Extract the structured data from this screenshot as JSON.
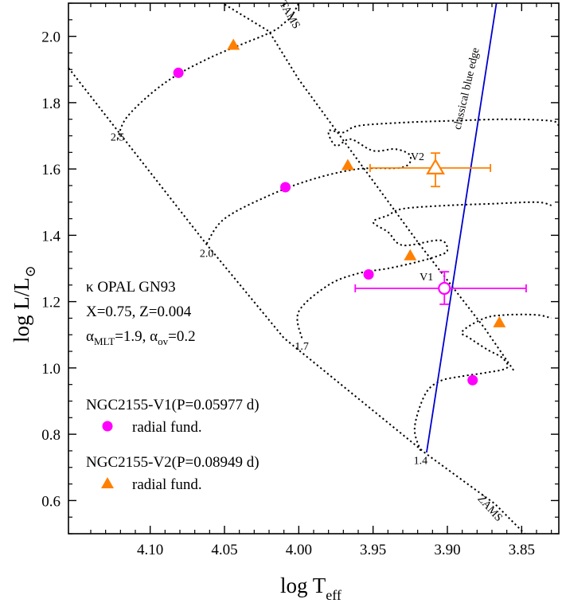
{
  "chart_data": {
    "type": "scatter",
    "xlabel_main": "log T",
    "xlabel_sub": "eff",
    "ylabel_main": "log L/L",
    "ylabel_sub": "⊙",
    "xlim": [
      4.155,
      3.825
    ],
    "ylim": [
      0.5,
      2.1
    ],
    "x_ticks": [
      {
        "value": 4.1,
        "label": "4.10"
      },
      {
        "value": 4.05,
        "label": "4.05"
      },
      {
        "value": 4.0,
        "label": "4.00"
      },
      {
        "value": 3.95,
        "label": "3.95"
      },
      {
        "value": 3.9,
        "label": "3.90"
      },
      {
        "value": 3.85,
        "label": "3.85"
      }
    ],
    "y_ticks": [
      {
        "value": 0.6,
        "label": "0.6"
      },
      {
        "value": 0.8,
        "label": "0.8"
      },
      {
        "value": 1.0,
        "label": "1.0"
      },
      {
        "value": 1.2,
        "label": "1.2"
      },
      {
        "value": 1.4,
        "label": "1.4"
      },
      {
        "value": 1.6,
        "label": "1.6"
      },
      {
        "value": 1.8,
        "label": "1.8"
      },
      {
        "value": 2.0,
        "label": "2.0"
      }
    ],
    "model_info": {
      "line1": "κ OPAL GN93",
      "line2": "X=0.75, Z=0.004",
      "line3_alpha": "α",
      "line3_mlt_sub": "MLT",
      "line3_mid": "=1.9, α",
      "line3_ov_sub": "ov",
      "line3_end": "=0.2"
    },
    "legend": [
      {
        "title": "NGC2155-V1(P=0.05977 d)",
        "label": "radial fund.",
        "marker": "circle",
        "color": "#ff00ff"
      },
      {
        "title": "NGC2155-V2(P=0.08949 d)",
        "label": "radial fund.",
        "marker": "triangle",
        "color": "#ff8000"
      }
    ],
    "mass_labels": [
      {
        "text": "2.5",
        "x": 4.122,
        "y": 1.685
      },
      {
        "text": "2.0",
        "x": 4.062,
        "y": 1.335
      },
      {
        "text": "1.7",
        "x": 3.998,
        "y": 1.055
      },
      {
        "text": "1.4",
        "x": 3.918,
        "y": 0.71
      }
    ],
    "line_labels": [
      {
        "text": "TAMS",
        "x": 4.008,
        "y": 2.06,
        "angle": 60
      },
      {
        "text": "ZAMS",
        "x": 3.873,
        "y": 0.57,
        "angle": 48
      },
      {
        "text": "classical blue edge",
        "x": 3.885,
        "y": 1.84,
        "angle": -77
      }
    ],
    "zams": [
      [
        4.155,
        1.905
      ],
      [
        4.0625,
        1.375
      ],
      [
        4.01,
        1.09
      ],
      [
        3.914,
        0.74
      ],
      [
        3.868,
        0.59
      ],
      [
        3.848,
        0.5
      ]
    ],
    "tams": [
      [
        4.055,
        2.11
      ],
      [
        4.02,
        2.015
      ],
      [
        4.0,
        1.87
      ],
      [
        3.96,
        1.625
      ],
      [
        3.92,
        1.38
      ],
      [
        3.875,
        1.12
      ],
      [
        3.855,
        0.99
      ]
    ],
    "blue_edge": [
      [
        3.914,
        0.745
      ],
      [
        3.867,
        2.1
      ]
    ],
    "tracks": [
      [
        [
          4.122,
          1.69
        ],
        [
          4.115,
          1.76
        ],
        [
          4.09,
          1.86
        ],
        [
          4.06,
          1.935
        ],
        [
          4.02,
          2.01
        ],
        [
          4.01,
          2.04
        ],
        [
          4.005,
          2.06
        ],
        [
          4.0,
          2.1
        ]
      ],
      [
        [
          4.062,
          1.375
        ],
        [
          4.05,
          1.45
        ],
        [
          4.02,
          1.52
        ],
        [
          3.99,
          1.57
        ],
        [
          3.96,
          1.6
        ],
        [
          3.93,
          1.605
        ],
        [
          3.925,
          1.64
        ],
        [
          3.935,
          1.66
        ],
        [
          3.95,
          1.655
        ],
        [
          3.965,
          1.69
        ],
        [
          3.975,
          1.67
        ],
        [
          3.98,
          1.715
        ],
        [
          3.97,
          1.71
        ],
        [
          3.96,
          1.73
        ],
        [
          3.93,
          1.74
        ],
        [
          3.9,
          1.745
        ],
        [
          3.86,
          1.75
        ],
        [
          3.83,
          1.745
        ],
        [
          3.825,
          1.73
        ]
      ],
      [
        [
          3.998,
          1.09
        ],
        [
          4.0,
          1.17
        ],
        [
          3.98,
          1.25
        ],
        [
          3.96,
          1.285
        ],
        [
          3.94,
          1.3
        ],
        [
          3.92,
          1.32
        ],
        [
          3.905,
          1.34
        ],
        [
          3.9,
          1.355
        ],
        [
          3.905,
          1.385
        ],
        [
          3.93,
          1.37
        ],
        [
          3.94,
          1.41
        ],
        [
          3.95,
          1.44
        ],
        [
          3.94,
          1.46
        ],
        [
          3.93,
          1.48
        ],
        [
          3.9,
          1.49
        ],
        [
          3.87,
          1.495
        ],
        [
          3.84,
          1.5
        ],
        [
          3.83,
          1.49
        ]
      ],
      [
        [
          3.918,
          0.75
        ],
        [
          3.922,
          0.82
        ],
        [
          3.915,
          0.92
        ],
        [
          3.905,
          0.96
        ],
        [
          3.89,
          0.975
        ],
        [
          3.875,
          0.985
        ],
        [
          3.86,
          1.0
        ],
        [
          3.863,
          1.03
        ],
        [
          3.873,
          1.055
        ],
        [
          3.885,
          1.09
        ],
        [
          3.89,
          1.11
        ],
        [
          3.875,
          1.15
        ],
        [
          3.86,
          1.16
        ],
        [
          3.84,
          1.16
        ],
        [
          3.83,
          1.15
        ]
      ]
    ],
    "series": [
      {
        "name": "NGC2155-V1(P=0.05977 d)",
        "marker": "circle",
        "color": "#ff00ff",
        "points": [
          {
            "x": 4.081,
            "y": 1.89
          },
          {
            "x": 4.009,
            "y": 1.545
          },
          {
            "x": 3.953,
            "y": 1.282
          },
          {
            "x": 3.883,
            "y": 0.963
          }
        ]
      },
      {
        "name": "NGC2155-V2(P=0.08949 d)",
        "marker": "triangle",
        "color": "#ff8000",
        "points": [
          {
            "x": 4.044,
            "y": 1.974
          },
          {
            "x": 3.967,
            "y": 1.611
          },
          {
            "x": 3.925,
            "y": 1.339
          },
          {
            "x": 3.865,
            "y": 1.137
          }
        ]
      }
    ],
    "observed": [
      {
        "label": "V2",
        "x": 3.908,
        "y": 1.603,
        "x_err": [
          3.952,
          3.871
        ],
        "y_err": [
          1.547,
          1.648
        ],
        "color": "#ff8000",
        "marker": "open-triangle"
      },
      {
        "label": "V1",
        "x": 3.902,
        "y": 1.24,
        "x_err": [
          3.962,
          3.847
        ],
        "y_err": [
          1.192,
          1.29
        ],
        "color": "#ff00ff",
        "marker": "open-circle"
      }
    ]
  }
}
